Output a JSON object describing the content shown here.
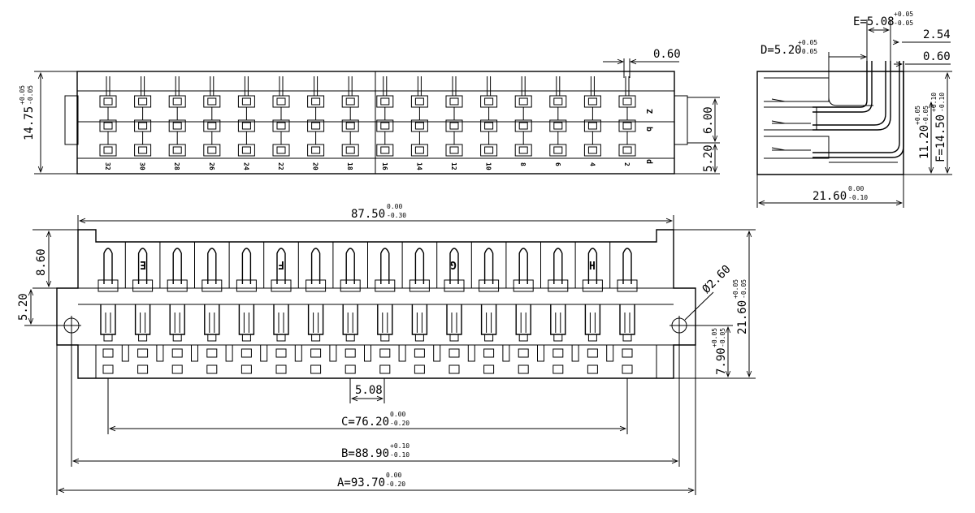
{
  "top_view": {
    "pin_labels": [
      "32",
      "30",
      "28",
      "26",
      "24",
      "22",
      "20",
      "18",
      "16",
      "14",
      "12",
      "10",
      "8",
      "6",
      "4",
      "2"
    ],
    "row_labels": [
      "Z",
      "b",
      "d"
    ],
    "d_overall_height": "14.75",
    "d_overall_height_tol_upper": "+0.05",
    "d_overall_height_tol_lower": "-0.05",
    "d_pin_width": "0.60",
    "d_row_height": "6.00",
    "d_offset": "5.20"
  },
  "side_view": {
    "d_e": "E=5.08",
    "d_e_tol_upper": "+0.05",
    "d_e_tol_lower": "-0.05",
    "d_d": "D=5.20",
    "d_d_tol_upper": "+0.05",
    "d_d_tol_lower": "-0.05",
    "d_pitch": "2.54",
    "d_pin_width": "0.60",
    "d_f": "F=14.50",
    "d_f_tol_upper": "+0.10",
    "d_f_tol_lower": "-0.10",
    "d_h": "11.20",
    "d_h_tol_upper": "+0.05",
    "d_h_tol_lower": "-0.05",
    "d_depth": "21.60",
    "d_depth_tol_upper": "0.00",
    "d_depth_tol_lower": "-0.10"
  },
  "front_view": {
    "pin_letters": [
      "E",
      "F",
      "G",
      "H"
    ],
    "d_body_width": "87.50",
    "d_body_width_tol_upper": "0.00",
    "d_body_width_tol_lower": "-0.30",
    "d_top_height": "8.60",
    "d_hole_offset": "5.20",
    "d_hole_diameter": "Ø2.60",
    "d_height": "21.60",
    "d_height_tol_upper": "+0.05",
    "d_height_tol_lower": "-0.05",
    "d_lower_height": "7.90",
    "d_lower_height_tol_upper": "+0.05",
    "d_lower_height_tol_lower": "-0.05",
    "d_pitch": "5.08",
    "d_c": "C=76.20",
    "d_c_tol_upper": "0.00",
    "d_c_tol_lower": "-0.20",
    "d_b": "B=88.90",
    "d_b_tol_upper": "+0.10",
    "d_b_tol_lower": "-0.10",
    "d_a": "A=93.70",
    "d_a_tol_upper": "0.00",
    "d_a_tol_lower": "-0.20"
  }
}
